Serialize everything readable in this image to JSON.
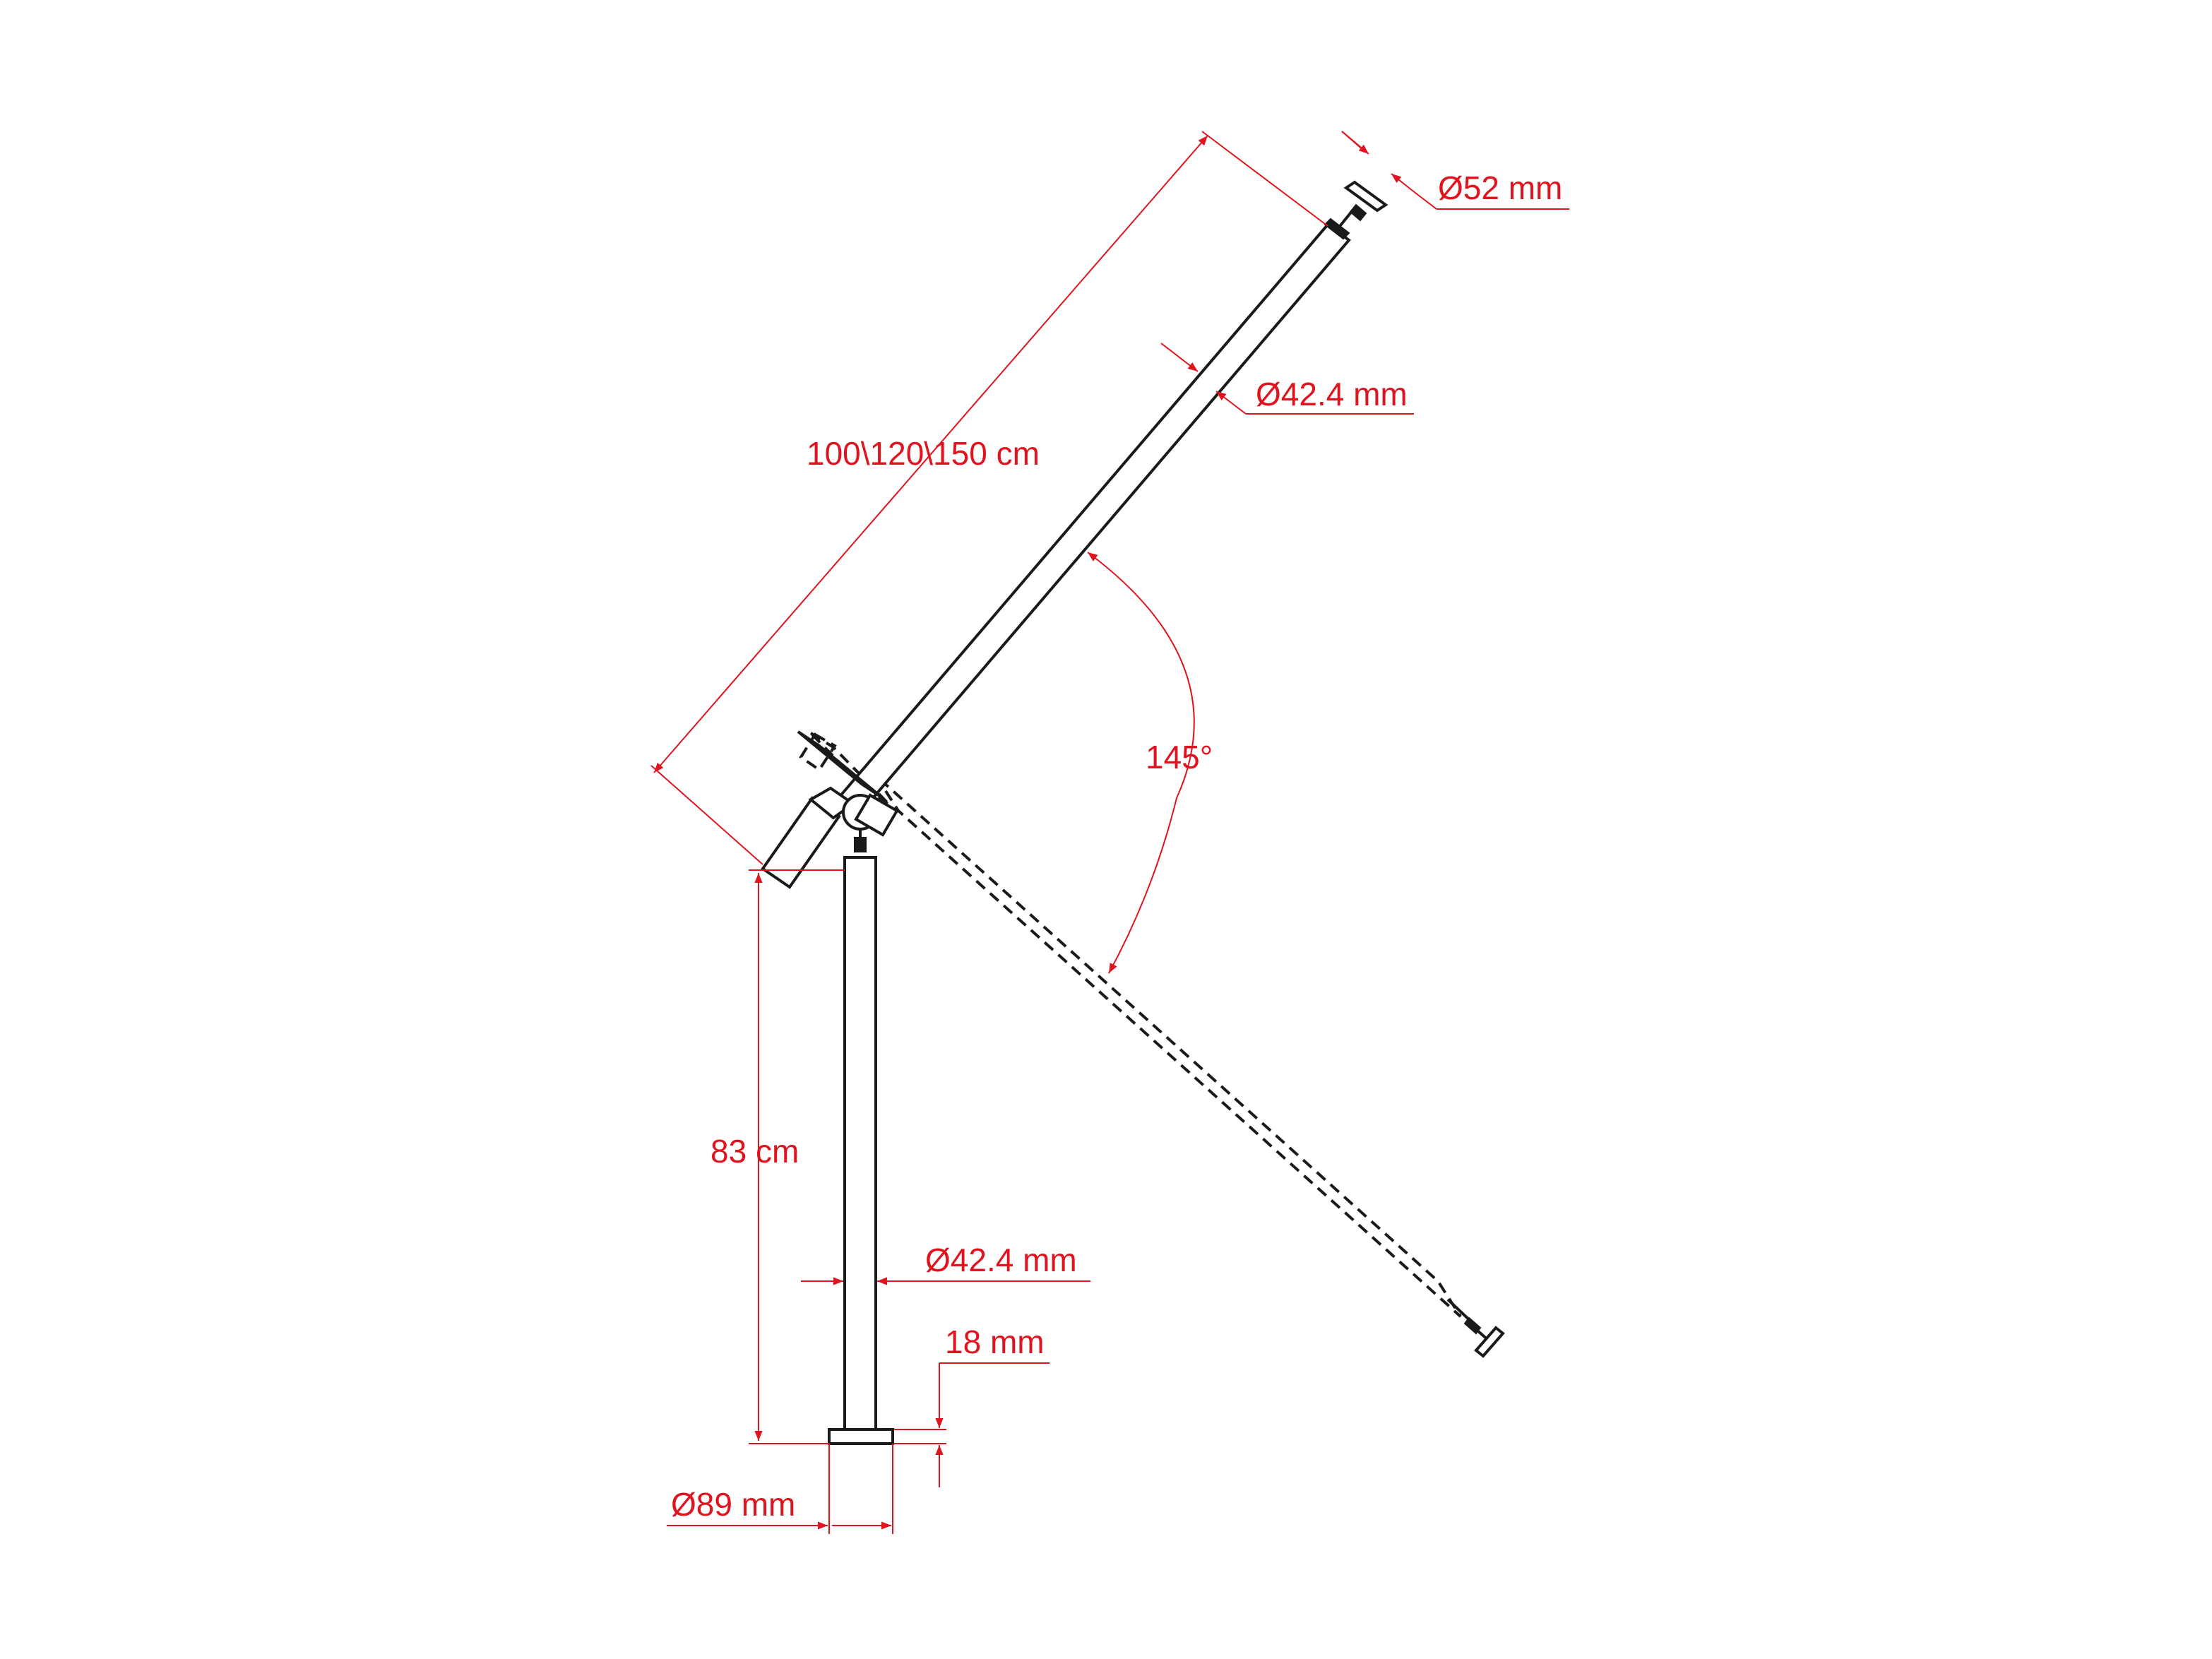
{
  "colors": {
    "dimension": "#e0141e",
    "part": "#1a1a1a",
    "background": "#ffffff"
  },
  "labels": {
    "top_fitting_diameter": "Ø52 mm",
    "handrail_diameter": "Ø42.4 mm",
    "handrail_length": "100\\120\\150 cm",
    "angle": "145°",
    "post_height": "83 cm",
    "post_diameter": "Ø42.4 mm",
    "base_thickness": "18 mm",
    "base_diameter": "Ø89 mm"
  }
}
